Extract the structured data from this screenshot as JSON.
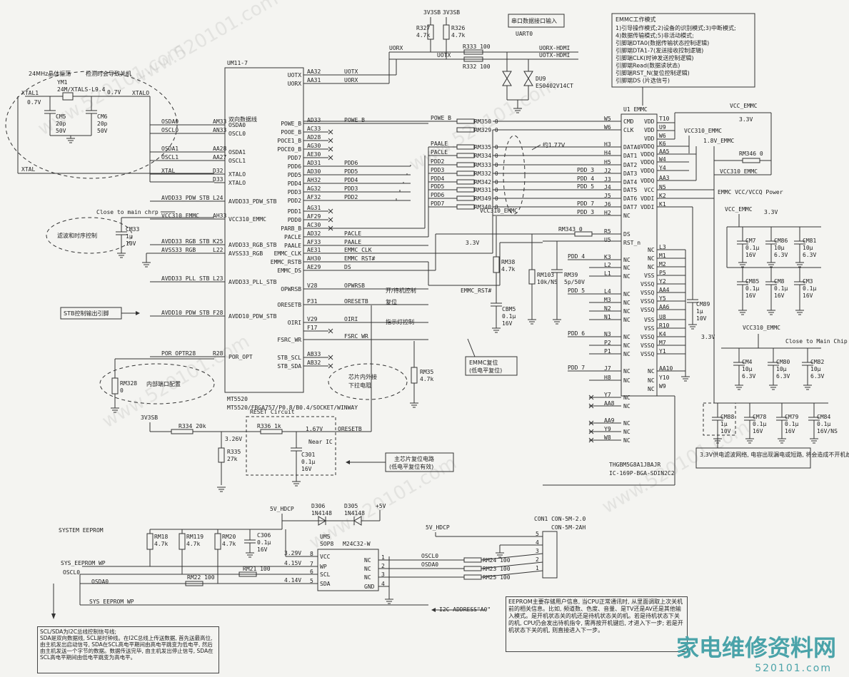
{
  "main_chip": {
    "ref": "UM11-7",
    "part": "MT5520",
    "package": "MT5520/FBGA757/P0.8/B0.4/SOCKET/WINWAY",
    "left_pins": [
      {
        "sig": "OSDA0",
        "ball": "AM33",
        "net": "OSDA0"
      },
      {
        "sig": "OSCL0",
        "ball": "AN33",
        "net": "OSCL0"
      },
      {
        "sig": "OSDA1",
        "ball": "AA28",
        "net": "OSDA1"
      },
      {
        "sig": "OSCL1",
        "ball": "AA27",
        "net": "OSCL1"
      },
      {
        "sig": "XTALO",
        "ball": "D32",
        "net": "XTAL"
      },
      {
        "sig": "XTALO",
        "ball": "D33",
        "net": ""
      },
      {
        "sig": "AVDD33_PDW_STB",
        "ball": "L24",
        "net": "AVDD33_PDW_STB"
      },
      {
        "sig": "VCC310_EMMC",
        "ball": "AH33",
        "net": "VCC310_EMMC"
      },
      {
        "sig": "AVDD33_RGB_STB",
        "ball": "K25",
        "net": "AVDD33_RGB_STB"
      },
      {
        "sig": "AVSS33_RGB",
        "ball": "L22",
        "net": "AVSS33_RGB"
      },
      {
        "sig": "AVDD33_PLL_STB",
        "ball": "L23",
        "net": "AVDD33_PLL_STB"
      },
      {
        "sig": "AVDD10_PDW_STB",
        "ball": "F28",
        "net": "AVDD10_PDW_STB"
      },
      {
        "sig": "POR_OPT",
        "ball": "R28",
        "net": "POR_OPTR28"
      }
    ],
    "right_pins": [
      {
        "sig": "UOTX",
        "ball": "AA32",
        "net": "UOTX"
      },
      {
        "sig": "UORX",
        "ball": "AA31",
        "net": "UORX"
      },
      {
        "sig": "POWE_B",
        "ball": "AD33",
        "net": "POWE_B"
      },
      {
        "sig": "POOE_B",
        "ball": "AC33",
        "net": ""
      },
      {
        "sig": "POCE1_B",
        "ball": "AD28",
        "net": ""
      },
      {
        "sig": "POCE0_B",
        "ball": "AG30",
        "net": ""
      },
      {
        "sig": "PDD7",
        "ball": "AE30",
        "net": ""
      },
      {
        "sig": "PDD6",
        "ball": "AD31",
        "net": "PDD6"
      },
      {
        "sig": "PDD5",
        "ball": "AD30",
        "net": "PDD5"
      },
      {
        "sig": "PDD4",
        "ball": "AH32",
        "net": "PDD4"
      },
      {
        "sig": "PDD3",
        "ball": "AG32",
        "net": "PDD3"
      },
      {
        "sig": "PDD2",
        "ball": "AF32",
        "net": "PDD2"
      },
      {
        "sig": "PDD1",
        "ball": "AG31",
        "net": ""
      },
      {
        "sig": "PDD0",
        "ball": "AF29",
        "net": ""
      },
      {
        "sig": "PARB_B",
        "ball": "AC30",
        "net": ""
      },
      {
        "sig": "PACLE",
        "ball": "AD32",
        "net": "PACLE"
      },
      {
        "sig": "PAALE",
        "ball": "AF33",
        "net": "PAALE"
      },
      {
        "sig": "EMMC_CLK",
        "ball": "AE31",
        "net": "EMMC_CLK"
      },
      {
        "sig": "EMMC_RSTB",
        "ball": "AH30",
        "net": "EMMC_RST#"
      },
      {
        "sig": "EMMC_DS",
        "ball": "AE29",
        "net": "DS"
      },
      {
        "sig": "OPWRSB",
        "ball": "V28",
        "net": "OPWRSB"
      },
      {
        "sig": "ORESETB",
        "ball": "P31",
        "net": "ORESETB"
      },
      {
        "sig": "OIRI",
        "ball": "V29",
        "net": "OIRI"
      },
      {
        "sig": "",
        "ball": "F17",
        "net": ""
      },
      {
        "sig": "FSRC_WR",
        "ball": "",
        "net": "FSRC_WR"
      },
      {
        "sig": "STB_SCL",
        "ball": "AB33",
        "net": ""
      },
      {
        "sig": "STB_SDA",
        "ball": "AB32",
        "net": ""
      }
    ],
    "bidir_label": "双向数据线"
  },
  "emmc": {
    "ref": "U1",
    "title": "EMMC",
    "part": "THGBM5G8A1JBAJR",
    "package": "IC-169P-BGA-SDIN2C2",
    "left_pins": [
      {
        "ball": "W5",
        "sig": "CMD"
      },
      {
        "ball": "W6",
        "sig": "CLK"
      },
      {
        "ball": "H3",
        "sig": "DATA0"
      },
      {
        "ball": "H4",
        "sig": "DAT1"
      },
      {
        "ball": "H5",
        "sig": "DAT2"
      },
      {
        "ball": "J2",
        "sig": "DAT3"
      },
      {
        "ball": "J3",
        "sig": "DAT4"
      },
      {
        "ball": "J4",
        "sig": "DAT5"
      },
      {
        "ball": "J5",
        "sig": "DAT6"
      },
      {
        "ball": "J6",
        "sig": "DAT7"
      },
      {
        "ball": "H2",
        "sig": "NC"
      },
      {
        "ball": "R5",
        "sig": "DS"
      },
      {
        "ball": "U5",
        "sig": "RST_n"
      },
      {
        "ball": "K3",
        "sig": "NC"
      },
      {
        "ball": "L2",
        "sig": "NC"
      },
      {
        "ball": "L1",
        "sig": "NC"
      },
      {
        "ball": "L4",
        "sig": "NC"
      },
      {
        "ball": "M3",
        "sig": "NC"
      },
      {
        "ball": "N2",
        "sig": "NC"
      },
      {
        "ball": "N1",
        "sig": "NC"
      },
      {
        "ball": "N3",
        "sig": "NC"
      },
      {
        "ball": "P2",
        "sig": "NC"
      },
      {
        "ball": "P1",
        "sig": "NC"
      },
      {
        "ball": "J7",
        "sig": "NC"
      },
      {
        "ball": "H8",
        "sig": "NC"
      },
      {
        "ball": "Y7",
        "sig": "NC"
      },
      {
        "ball": "AA8",
        "sig": "NC"
      },
      {
        "ball": "AA9",
        "sig": "NC"
      },
      {
        "ball": "Y9",
        "sig": "NC"
      },
      {
        "ball": "W8",
        "sig": "NC"
      }
    ],
    "right_pins": [
      {
        "ball": "T10",
        "sig": "VDD"
      },
      {
        "ball": "U9",
        "sig": "VDD"
      },
      {
        "ball": "W6",
        "sig": "VDD"
      },
      {
        "ball": "K6",
        "sig": "VDDQ"
      },
      {
        "ball": "AA5",
        "sig": "VDDQ"
      },
      {
        "ball": "W4",
        "sig": "VDDQ"
      },
      {
        "ball": "Y4",
        "sig": "VDDQ"
      },
      {
        "ball": "AA3",
        "sig": "VDDQ"
      },
      {
        "ball": "N5",
        "sig": "VCC"
      },
      {
        "ball": "K2",
        "sig": "VDDI"
      },
      {
        "ball": "K1",
        "sig": "VDDI"
      },
      {
        "ball": "L3",
        "sig": "NC"
      },
      {
        "ball": "M1",
        "sig": "NC"
      },
      {
        "ball": "M2",
        "sig": "NC"
      },
      {
        "ball": "P5",
        "sig": "VSS"
      },
      {
        "ball": "Y2",
        "sig": "VSSQ"
      },
      {
        "ball": "AA4",
        "sig": "VSSQ"
      },
      {
        "ball": "Y5",
        "sig": "VSSQ"
      },
      {
        "ball": "AA6",
        "sig": "VSSQ"
      },
      {
        "ball": "U8",
        "sig": "VSS"
      },
      {
        "ball": "R10",
        "sig": "VSS"
      },
      {
        "ball": "K4",
        "sig": "VSSQ"
      },
      {
        "ball": "M7",
        "sig": "VSSQ"
      },
      {
        "ball": "Y1",
        "sig": "VSSQ"
      },
      {
        "ball": "AA10",
        "sig": "NC"
      },
      {
        "ball": "Y10",
        "sig": "NC"
      },
      {
        "ball": "W9",
        "sig": "NC"
      }
    ],
    "bus_nets": [
      "PDD_3",
      "PDD_4",
      "PDD_5",
      "PDD_7",
      "PDD_3",
      "PDD_4",
      "PDD_5",
      "PDD_6",
      "PDD_7"
    ]
  },
  "data_resistors": [
    {
      "ref": "RM350",
      "val": "0",
      "net": "POWE_B"
    },
    {
      "ref": "RM329",
      "val": "0",
      "net": ""
    },
    {
      "ref": "RM335",
      "val": "0",
      "net": "PAALE"
    },
    {
      "ref": "RM334",
      "val": "0",
      "net": "PACLE"
    },
    {
      "ref": "RM333",
      "val": "0",
      "net": "PDD2"
    },
    {
      "ref": "RM332",
      "val": "0",
      "net": "PDD3"
    },
    {
      "ref": "RM342",
      "val": "0",
      "net": "PDD4"
    },
    {
      "ref": "RM331",
      "val": "0",
      "net": "PDD5"
    },
    {
      "ref": "RM349",
      "val": "0",
      "net": "PDD6"
    },
    {
      "ref": "RM340",
      "val": "0",
      "net": "PDD7"
    }
  ],
  "uart": {
    "title": "串口数据接口输入",
    "name": "UART0",
    "rails": [
      "3V3SB",
      "3V3SB"
    ],
    "pullups": [
      {
        "ref": "R327",
        "val": "4.7k"
      },
      {
        "ref": "R326",
        "val": "4.7k"
      }
    ],
    "series": [
      {
        "ref": "R333",
        "val": "100"
      },
      {
        "ref": "R332",
        "val": "100"
      }
    ],
    "nets": [
      "UORX",
      "UOTX",
      "UORX-HDMI",
      "UOTX-HDMI"
    ],
    "tvs": {
      "ref": "DU9",
      "part": "ES0402V14CT"
    }
  },
  "crystal": {
    "title": "24MHz晶体振荡",
    "note": "检测时会导致关机",
    "ref": "YM1",
    "part": "24M/XTALS-L9.4",
    "v1": "0.7V",
    "v2": "0.7V",
    "xtal1": "XTAL1",
    "xtalo": "XTALO",
    "xtal": "XTAL",
    "caps": [
      {
        "ref": "CM5",
        "val": "20p",
        "v": "50V"
      },
      {
        "ref": "CM6",
        "val": "20p",
        "v": "50V"
      }
    ]
  },
  "filter": {
    "title": "滤波和时序控制",
    "close_note": "Close to main chrp",
    "cap": {
      "ref": "CM33",
      "val": "1μ",
      "v": "10V"
    }
  },
  "stb_note": "STB控制输出引脚",
  "port_config": {
    "title": "内部端口配置",
    "res": {
      "ref": "RM328",
      "val": "0"
    }
  },
  "pulldown_note": {
    "line1": "芯片内外接",
    "line2": "下拉电阻",
    "res": {
      "ref": "RM35",
      "val": "4.7k"
    }
  },
  "control_labels": {
    "standby": "开/待机控制",
    "reset": "复位",
    "ir": "指示灯控制"
  },
  "emmc_reset": {
    "line1": "EMMC复位",
    "line2": "(低电平复位)",
    "net": "EMMC_RST#",
    "rail": "VCC310_EMMC",
    "v": "3.3V",
    "res": {
      "ref": "RM38",
      "val": "4.7k"
    },
    "cap": {
      "ref": "CBM5",
      "val": "0.1μ",
      "v": "16V"
    }
  },
  "emmc_misc": {
    "approx": "约1.77V",
    "rm103": {
      "ref": "RM103",
      "val": "10k/NS"
    },
    "rm39": {
      "ref": "RM39",
      "val": "5p/50V"
    },
    "rm343": {
      "ref": "RM343",
      "val": "0"
    },
    "cm89": {
      "ref": "CM89",
      "val": "1μ",
      "v": "10V"
    },
    "v33": "3.3V"
  },
  "emmc_modes": {
    "title": "EMMC工作模式",
    "lines": [
      "1)引导操作模式;2)设备的识别模式;3)中断模式;",
      "4)数据传输模式;5)非活动模式;",
      "引脚端DTA0(数据传输状态控制逻辑)",
      "引脚端DTA1-7(发送接收控制逻辑)",
      "引脚端CLK(时钟发送控制逻辑)",
      "引脚端Read(数据读状态)",
      "引脚端RST_N(复位控制逻辑)",
      "引脚端DS (片选信号)"
    ]
  },
  "power_section": {
    "vcc_emmc": "VCC_EMMC",
    "v33": "3.3V",
    "vcc310": "VCC310_EMMC",
    "v18": "1.8V_EMMC",
    "rm346": {
      "ref": "RM346",
      "val": "0"
    },
    "vcc310_label": "VCC310_EMMC",
    "pw_title": "EMMC VCC/VCCQ Power",
    "caps_row1": [
      {
        "ref": "CM7",
        "val": "0.1μ",
        "v": "16V"
      },
      {
        "ref": "CM86",
        "val": "10μ",
        "v": "6.3V"
      },
      {
        "ref": "CM81",
        "val": "10μ",
        "v": "6.3V"
      }
    ],
    "caps_row2": [
      {
        "ref": "CM85",
        "val": "0.1μ",
        "v": "16V"
      },
      {
        "ref": "CM8",
        "val": "0.1μ",
        "v": "16V"
      },
      {
        "ref": "CM3",
        "val": "0.1μ",
        "v": "16V"
      }
    ],
    "close_chip": "Close to Main Chip",
    "caps_row3": [
      {
        "ref": "CM4",
        "val": "10μ",
        "v": "6.3V"
      },
      {
        "ref": "CM80",
        "val": "10μ",
        "v": "6.3V"
      },
      {
        "ref": "CM82",
        "val": "10μ",
        "v": "6.3V"
      }
    ],
    "caps_row4": [
      {
        "ref": "CM88",
        "val": "1μ",
        "v": "10V"
      },
      {
        "ref": "CM78",
        "val": "0.1μ",
        "v": "16V"
      },
      {
        "ref": "CM79",
        "val": "0.1μ",
        "v": "16V"
      },
      {
        "ref": "CM84",
        "val": "0.1μ",
        "v": "16V/NS"
      }
    ],
    "filter_note": "3.3V供电滤波网络, 电容出现漏电或短路, 将会造成不开机故障。"
  },
  "reset": {
    "title": "RESET Circuit",
    "rail": "3V3SB",
    "r334": {
      "ref": "R334",
      "val": "20k"
    },
    "r335": {
      "ref": "R335",
      "val": "27k"
    },
    "r336": {
      "ref": "R336",
      "val": "1k"
    },
    "c301": {
      "ref": "C301",
      "val": "0.1μ",
      "v": "16V"
    },
    "v1": "3.26V",
    "v2": "1.67V",
    "net": "ORESETB",
    "near": "Near IC",
    "note_line1": "主芯片复位电路",
    "note_line2": "(低电平复位有效)"
  },
  "eeprom": {
    "title": "SYSTEM EEPROM",
    "ref": "UM5",
    "pkg": "SOP8",
    "part": "M24C32-W",
    "rail": "5V_HDCP",
    "diodes": [
      {
        "ref": "D306",
        "part": "1N4148"
      },
      {
        "ref": "D305",
        "part": "1N4148"
      }
    ],
    "plus5": "+5V",
    "pullups": [
      {
        "ref": "RM18",
        "val": "4.7k"
      },
      {
        "ref": "RM119",
        "val": "4.7k"
      },
      {
        "ref": "RM20",
        "val": "4.7k"
      }
    ],
    "cap": {
      "ref": "C306",
      "val": "0.1μ",
      "v": "16V"
    },
    "left_pins": [
      {
        "n": "8",
        "sig": "VCC",
        "v": "3.29V"
      },
      {
        "n": "7",
        "sig": "WP",
        "v": "4.15V"
      },
      {
        "n": "6",
        "sig": "SCL",
        "v": ""
      },
      {
        "n": "5",
        "sig": "SDA",
        "v": "4.14V"
      }
    ],
    "right_pins": [
      {
        "n": "1",
        "sig": "NC"
      },
      {
        "n": "2",
        "sig": "NC"
      },
      {
        "n": "3",
        "sig": "NC"
      },
      {
        "n": "4",
        "sig": "GND"
      }
    ],
    "nets": [
      "SYS_EEPROM_WP",
      "OSCL0",
      "OSDA0",
      "SYS_EEPROM_WP"
    ],
    "rm21": {
      "ref": "RM21",
      "val": "100"
    },
    "rm22": {
      "ref": "RM22",
      "val": "100"
    },
    "address": "I2C ADDRESS\"A0\""
  },
  "connector": {
    "ref": "CON1",
    "part": "CON-5M-2.0",
    "part2": "CON-5M-2AH",
    "rail": "5V_HDCP",
    "pins": [
      "5",
      "4",
      "3",
      "2",
      "1"
    ],
    "nets": [
      "OSCL0",
      "OSDA0"
    ],
    "res": [
      {
        "ref": "RM24",
        "val": "100"
      },
      {
        "ref": "RM23",
        "val": "100"
      },
      {
        "ref": "RM25",
        "val": "100"
      }
    ]
  },
  "eeprom_note": "EEPROM主要存储用户信息, 当CPU正常通讯时, 从里面调取上次关机前的相关信息。比如, 频道数、色度、音量、是TV还是AV还是其他输入模式。是开机状态关的机还是待机状态关的机。若是待机状态下关的机, CPU仍会发出待机指令, 需再按开机键后, 才进入下一步; 若是开机状态下关的机, 则直接进入下一步。",
  "i2c_note": "SCL/SDA为I2C总线控制信号线;\nSDA是双向数据线, SCL是时钟线。在I2C总线上传送数据, 首先送最高位, 由主机发出启动信号, SDA在SCL高电平期间由高电平跳变为低电平, 然后由主机发送一个字节的数据。数据传送完毕, 由主机发出停止信号, SDA在SCL高电平期间由低电平跳变为高电平。",
  "watermark": "www.520101.com",
  "brand": "家电维修资料网",
  "brand_url": "520101.com"
}
